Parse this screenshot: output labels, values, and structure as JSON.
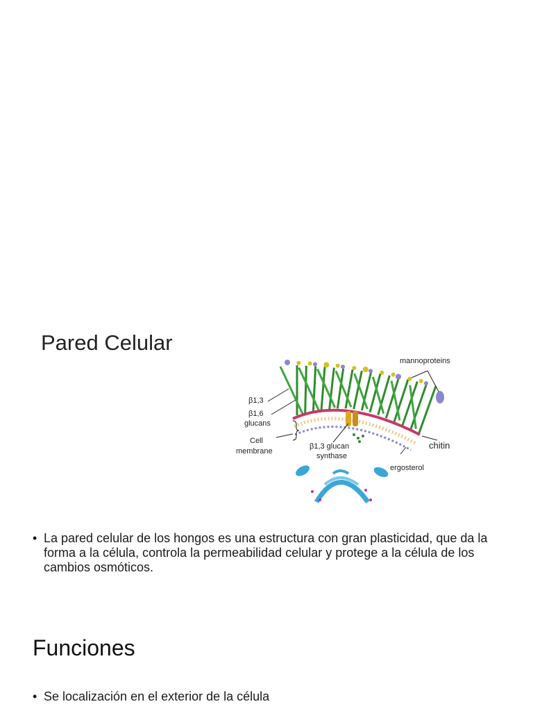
{
  "slide": {
    "title": "Pared Celular",
    "section_heading": "Funciones"
  },
  "figure": {
    "labels": {
      "mannoproteins": "mannoproteins",
      "beta13": "β1,3",
      "beta16": "β1,6",
      "glucans": "glucans",
      "cell": "Cell",
      "membrane": "membrane",
      "synthase_line1": "β1,3 glucan",
      "synthase_line2": "synthase",
      "chitin": "chitin",
      "ergosterol": "ergosterol"
    },
    "colors": {
      "glucan": "#2e8b2e",
      "membrane": "#c8386a",
      "lipid_head": "#8a86d0",
      "mannoprotein": "#d6c21a",
      "organelle": "#3aa7d8",
      "synthase": "#e0a820"
    }
  },
  "body": {
    "paragraph": "La pared celular de los hongos es una estructura con gran plasticidad, que da la forma a la célula, controla la permeabilidad celular y protege a la célula de los cambios osmóticos.",
    "functions": [
      "Se localización en el exterior de la célula"
    ]
  }
}
